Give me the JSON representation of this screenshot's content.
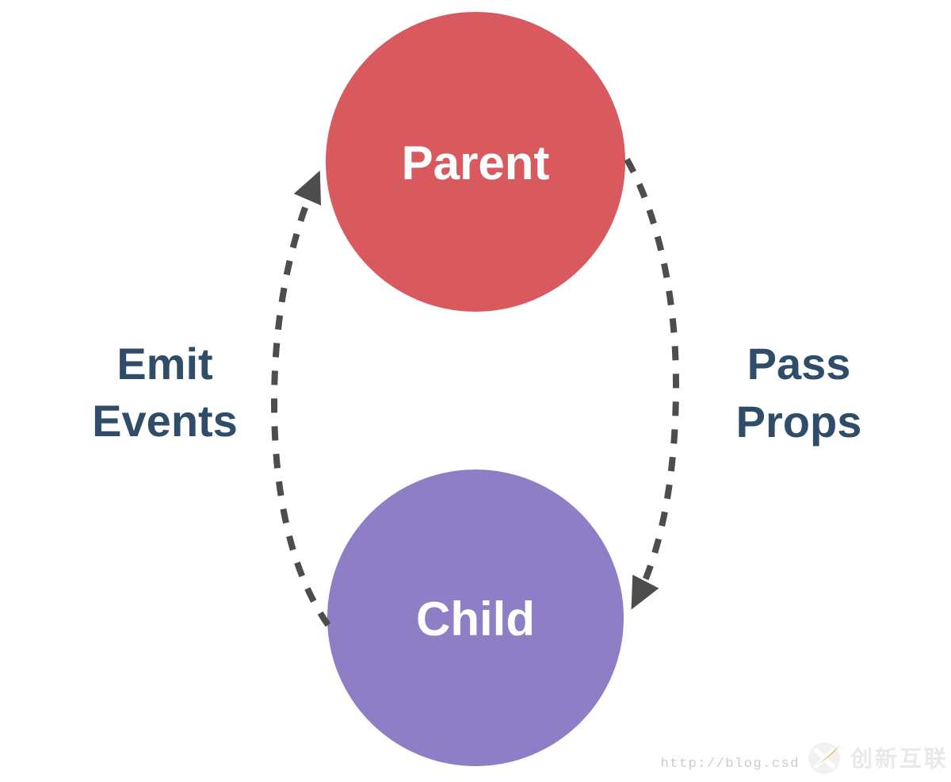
{
  "diagram": {
    "nodes": {
      "parent": {
        "label": "Parent"
      },
      "child": {
        "label": "Child"
      }
    },
    "edges": {
      "emit_events": {
        "line1": "Emit",
        "line2": "Events",
        "direction": "child-to-parent"
      },
      "pass_props": {
        "line1": "Pass",
        "line2": "Props",
        "direction": "parent-to-child"
      }
    }
  },
  "watermark": {
    "url_text": "http://blog.csd",
    "brand_text": "创新互联"
  },
  "colors": {
    "background": "#FFFFFF",
    "parent_circle": "#D85A5F",
    "child_circle": "#8D7EC5",
    "node_text": "#FFFFFF",
    "edge_label_text": "#2F4D68",
    "arrow": "#4D4D4D",
    "watermark_url_text": "#CBCBCB",
    "watermark_brand_text": "#E9E9E9",
    "watermark_logo_circle": "#F1F1F1",
    "watermark_logo_swoosh": "#F3A93C"
  }
}
